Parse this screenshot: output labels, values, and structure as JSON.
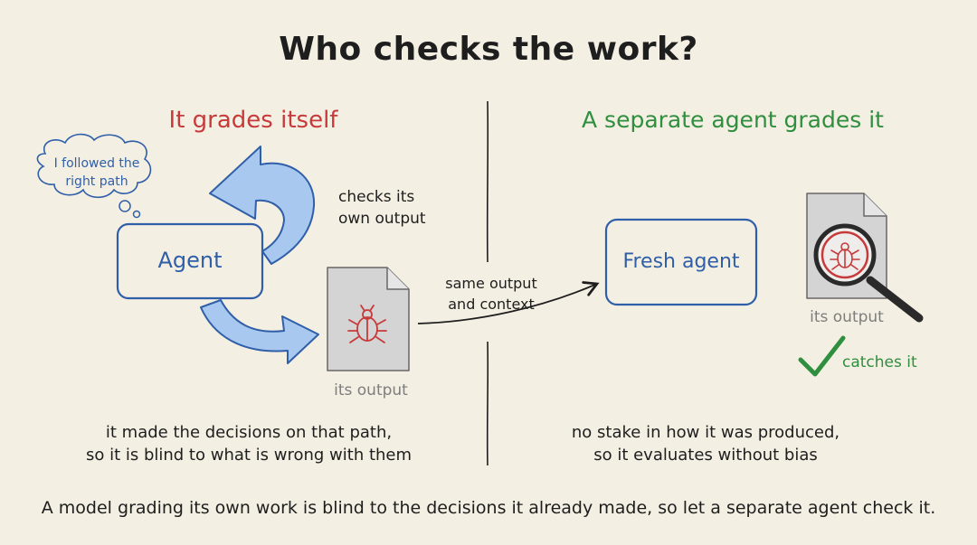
{
  "title": "Who checks the work?",
  "left": {
    "heading": "It grades itself",
    "thought": [
      "I followed the",
      "right path"
    ],
    "loop_label": [
      "checks its",
      "own output"
    ],
    "agent_label": "Agent",
    "output_label": "its output",
    "note": [
      "it made the decisions on that path,",
      "so it is blind to what is wrong with them"
    ]
  },
  "middle": {
    "handoff_label": [
      "same output",
      "and context"
    ]
  },
  "right": {
    "heading": "A separate agent grades it",
    "agent_label": "Fresh agent",
    "output_label": "its output",
    "result_label": "catches it",
    "note": [
      "no stake in how it was produced,",
      "so it evaluates without bias"
    ]
  },
  "footer": "A model grading its own work is blind to the decisions it already made, so let a separate agent check it.",
  "colors": {
    "background": "#f4efe3",
    "ink": "#1e1e1e",
    "red": "#c73a3a",
    "green": "#2f8f3e",
    "blue": "#2f5fa8",
    "arrow_fill": "#a9c8ef",
    "doc_fill": "#d4d4d4",
    "muted": "#7d7d7d"
  },
  "icons": [
    "thought-bubble-icon",
    "loop-arrow-icon",
    "document-icon",
    "bug-icon",
    "magnifier-icon",
    "checkmark-icon"
  ]
}
